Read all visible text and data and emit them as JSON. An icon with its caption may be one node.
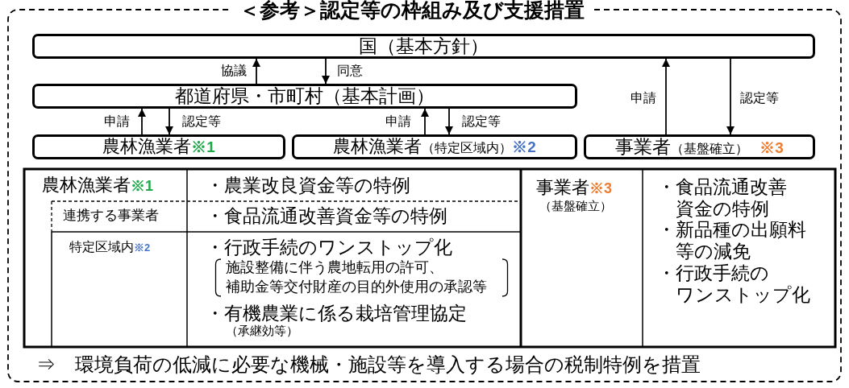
{
  "diagram": {
    "title": "＜参考＞認定等の枠組み及び支援措置",
    "nodes": [
      {
        "text": [
          "国（基本方針）"
        ]
      },
      {
        "text": [
          "都道府県・市町村（基本計画）"
        ]
      },
      {
        "text": [
          "農林漁業者**※1**"
        ]
      },
      {
        "text": [
          "農林漁業者",
          "（特定区域内）**※2**"
        ]
      },
      {
        "text": [
          "事業者",
          "（基盤確立）**※3**"
        ]
      }
    ],
    "edges": [
      {
        "from": 1,
        "to": 0,
        "arrow": "to",
        "label": "協議"
      },
      {
        "from": 0,
        "to": 1,
        "arrow": "to",
        "label": "同意"
      },
      {
        "from": 2,
        "to": 1,
        "arrow": "to",
        "label": "申請"
      },
      {
        "from": 1,
        "to": 2,
        "arrow": "to",
        "label": "認定等"
      },
      {
        "from": 3,
        "to": 1,
        "arrow": "to",
        "label": "申請"
      },
      {
        "from": 1,
        "to": 3,
        "arrow": "to",
        "label": "認定等"
      },
      {
        "from": 4,
        "to": 0,
        "arrow": "to",
        "label": "申請"
      },
      {
        "from": 0,
        "to": 4,
        "arrow": "to",
        "label": "認定等"
      }
    ],
    "labels": [
      "農林漁業者**※1**",
      "・農業改良資金等の特例",
      "事業者**※3**",
      "（基盤確立）",
      "・食品流通改善資金の特例",
      "・新品種の出願料等の減免",
      "・行政手続のワンストップ化",
      "連携する事業者",
      "・食品流通改善資金等の特例",
      "特定区域内**※2**",
      "・行政手続のワンストップ化",
      "施設整備に伴う農地転用の許可、補助金等交付財産の目的外使用の承認等",
      "・有機農業に係る栽培管理協定",
      "（承継効等）",
      "⇒　環境負荷の低減に必要な機械・施設等を導入する場合の税制特例を措置"
    ]
  }
}
